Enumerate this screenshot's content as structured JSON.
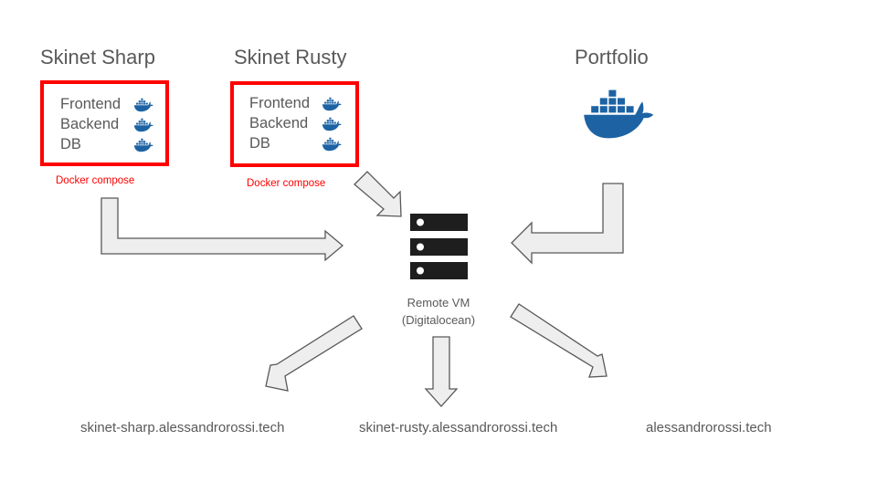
{
  "groups": [
    {
      "title": "Skinet Sharp",
      "services": [
        "Frontend",
        "Backend",
        "DB"
      ],
      "note": "Docker compose",
      "domain": "skinet-sharp.alessandrorossi.tech"
    },
    {
      "title": "Skinet Rusty",
      "services": [
        "Frontend",
        "Backend",
        "DB"
      ],
      "note": "Docker compose",
      "domain": "skinet-rusty.alessandrorossi.tech"
    },
    {
      "title": "Portfolio",
      "domain": "alessandrorossi.tech"
    }
  ],
  "server": {
    "label_line1": "Remote VM",
    "label_line2": "(Digitalocean)"
  },
  "icons": {
    "container": "docker-whale-icon",
    "server": "server-stack-icon"
  },
  "colors": {
    "docker_blue": "#1d63a4",
    "compose_red": "#ff0000",
    "arrow_fill": "#eeeeee",
    "arrow_stroke": "#595959",
    "server_dark": "#1e1e1e",
    "text_gray": "#595959"
  }
}
